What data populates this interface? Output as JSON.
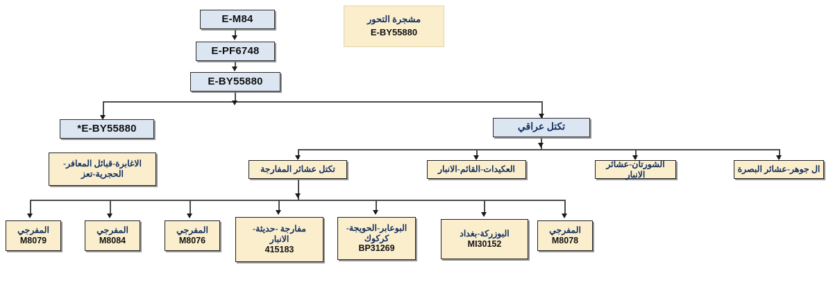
{
  "title": "مشجرة التحور E-BY55880",
  "colors": {
    "blue_fill": "#dce6f2",
    "yellow_fill": "#fbeecd",
    "border": "#1a1a1a",
    "arabic_text": "#14305e",
    "latin_text": "#111111",
    "connector": "#4a4a4a",
    "background": "#ffffff"
  },
  "legend": {
    "title": "مشجرة التحور",
    "code": "E-BY55880"
  },
  "spine": [
    {
      "label": "E-M84"
    },
    {
      "label": "E-PF6748"
    },
    {
      "label": "E-BY55880"
    }
  ],
  "branches": {
    "left": {
      "label": "*E-BY55880"
    },
    "right": {
      "label": "تكتل عراقي"
    }
  },
  "yemen_node": {
    "line1": "الاغابرة-قبائل المعافر-",
    "line2": "الحجرية-تعز"
  },
  "clans": [
    {
      "label": "تكتل عشائر المفارجة"
    },
    {
      "label": "العكيدات-القائم-الانبار"
    },
    {
      "label": "الشورتان-عشائر الانبار"
    },
    {
      "label": "ال جوهر-عشائر البصرة"
    }
  ],
  "samples": [
    {
      "name": "المفرجي",
      "line2": "",
      "code": "M8079"
    },
    {
      "name": "المفرجي",
      "line2": "",
      "code": "M8084"
    },
    {
      "name": "المفرجي",
      "line2": "",
      "code": "M8076"
    },
    {
      "name": "مفارجة -حديثة-",
      "line2": "الانبار",
      "code": "415183"
    },
    {
      "name": "البوعابر-الحويجة-",
      "line2": "كركوك",
      "code": "BP31269"
    },
    {
      "name": "البوزركة-بغداد",
      "line2": "",
      "code": "MI30152"
    },
    {
      "name": "المفرجي",
      "line2": "",
      "code": "M8078"
    }
  ]
}
